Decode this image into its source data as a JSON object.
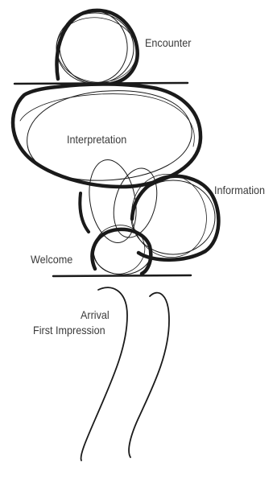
{
  "diagram": {
    "labels": {
      "encounter": "Encounter",
      "interpretation": "Interpretation",
      "information": "Information",
      "welcome": "Welcome",
      "arrival": "Arrival",
      "first_impression": "First Impression"
    },
    "stroke_color": "#1a1a1a",
    "text_color": "#3a3a3a"
  }
}
